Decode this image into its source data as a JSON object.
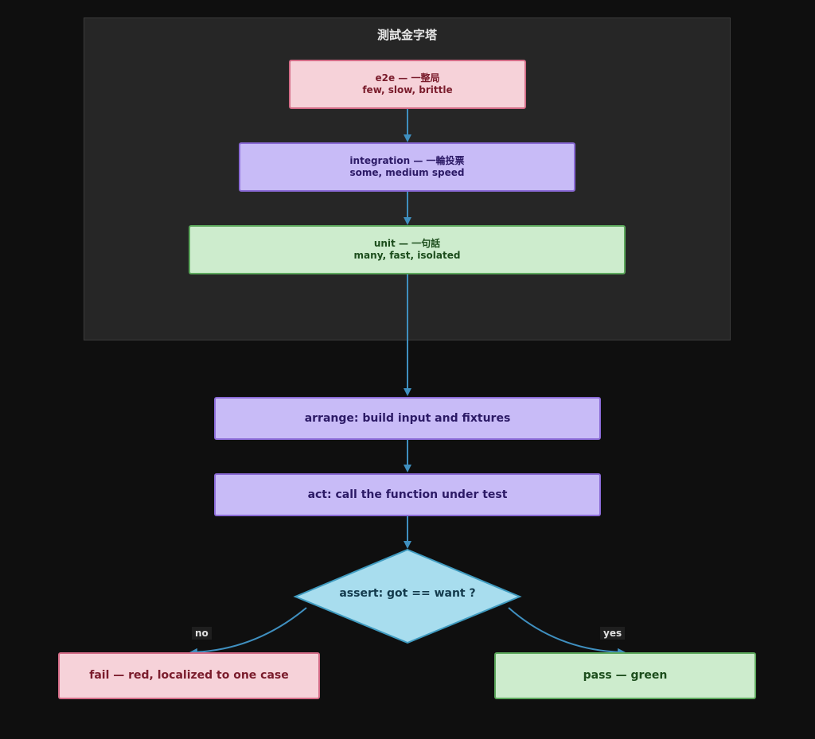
{
  "group": {
    "title": "測試金字塔"
  },
  "pyramid": {
    "e2e": {
      "line1": "e2e — 一整局",
      "line2": "few, slow, brittle"
    },
    "integration": {
      "line1": "integration — 一輪投票",
      "line2": "some, medium speed"
    },
    "unit": {
      "line1": "unit — 一句話",
      "line2": "many, fast, isolated"
    }
  },
  "flow": {
    "arrange": "arrange: build input and fixtures",
    "act": "act: call the function under test",
    "assert": "assert: got == want ?",
    "fail": "fail — red, localized to one case",
    "pass": "pass — green",
    "no_label": "no",
    "yes_label": "yes"
  },
  "colors": {
    "edge": "#3f8fbf",
    "diamond_fill": "#a8ddee",
    "diamond_stroke": "#3f9bc0"
  }
}
